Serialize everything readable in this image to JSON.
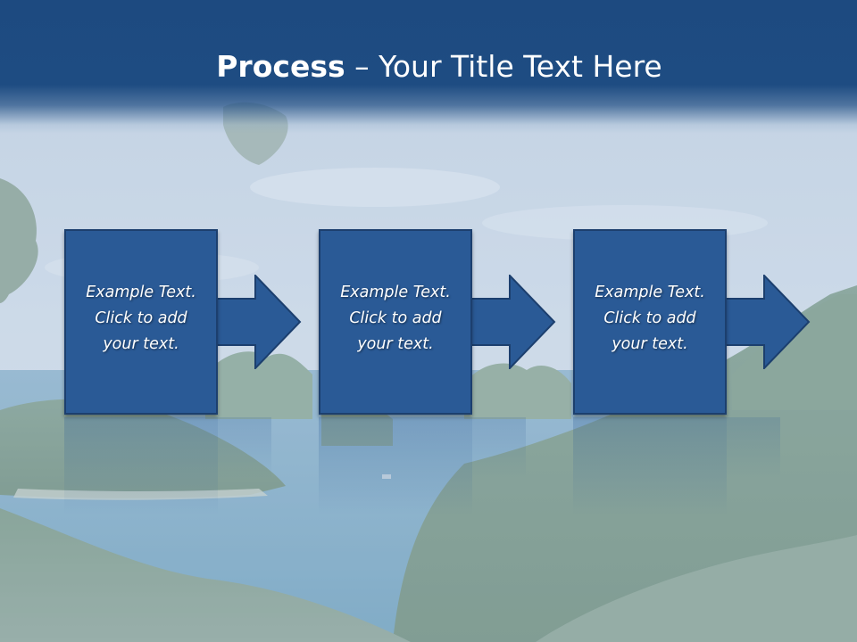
{
  "slide": {
    "title_bold": "Process",
    "title_rest": " – Your Title Text Here"
  },
  "steps": [
    {
      "text": "Example Text.\nClick  to add\nyour text."
    },
    {
      "text": "Example Text.\nClick  to add\nyour text."
    },
    {
      "text": "Example Text.\nClick  to add\nyour text."
    }
  ],
  "colors": {
    "header": "#1e4c82",
    "box_fill": "#2a5a96",
    "box_border": "#1c3f6e",
    "text": "#ffffff"
  }
}
